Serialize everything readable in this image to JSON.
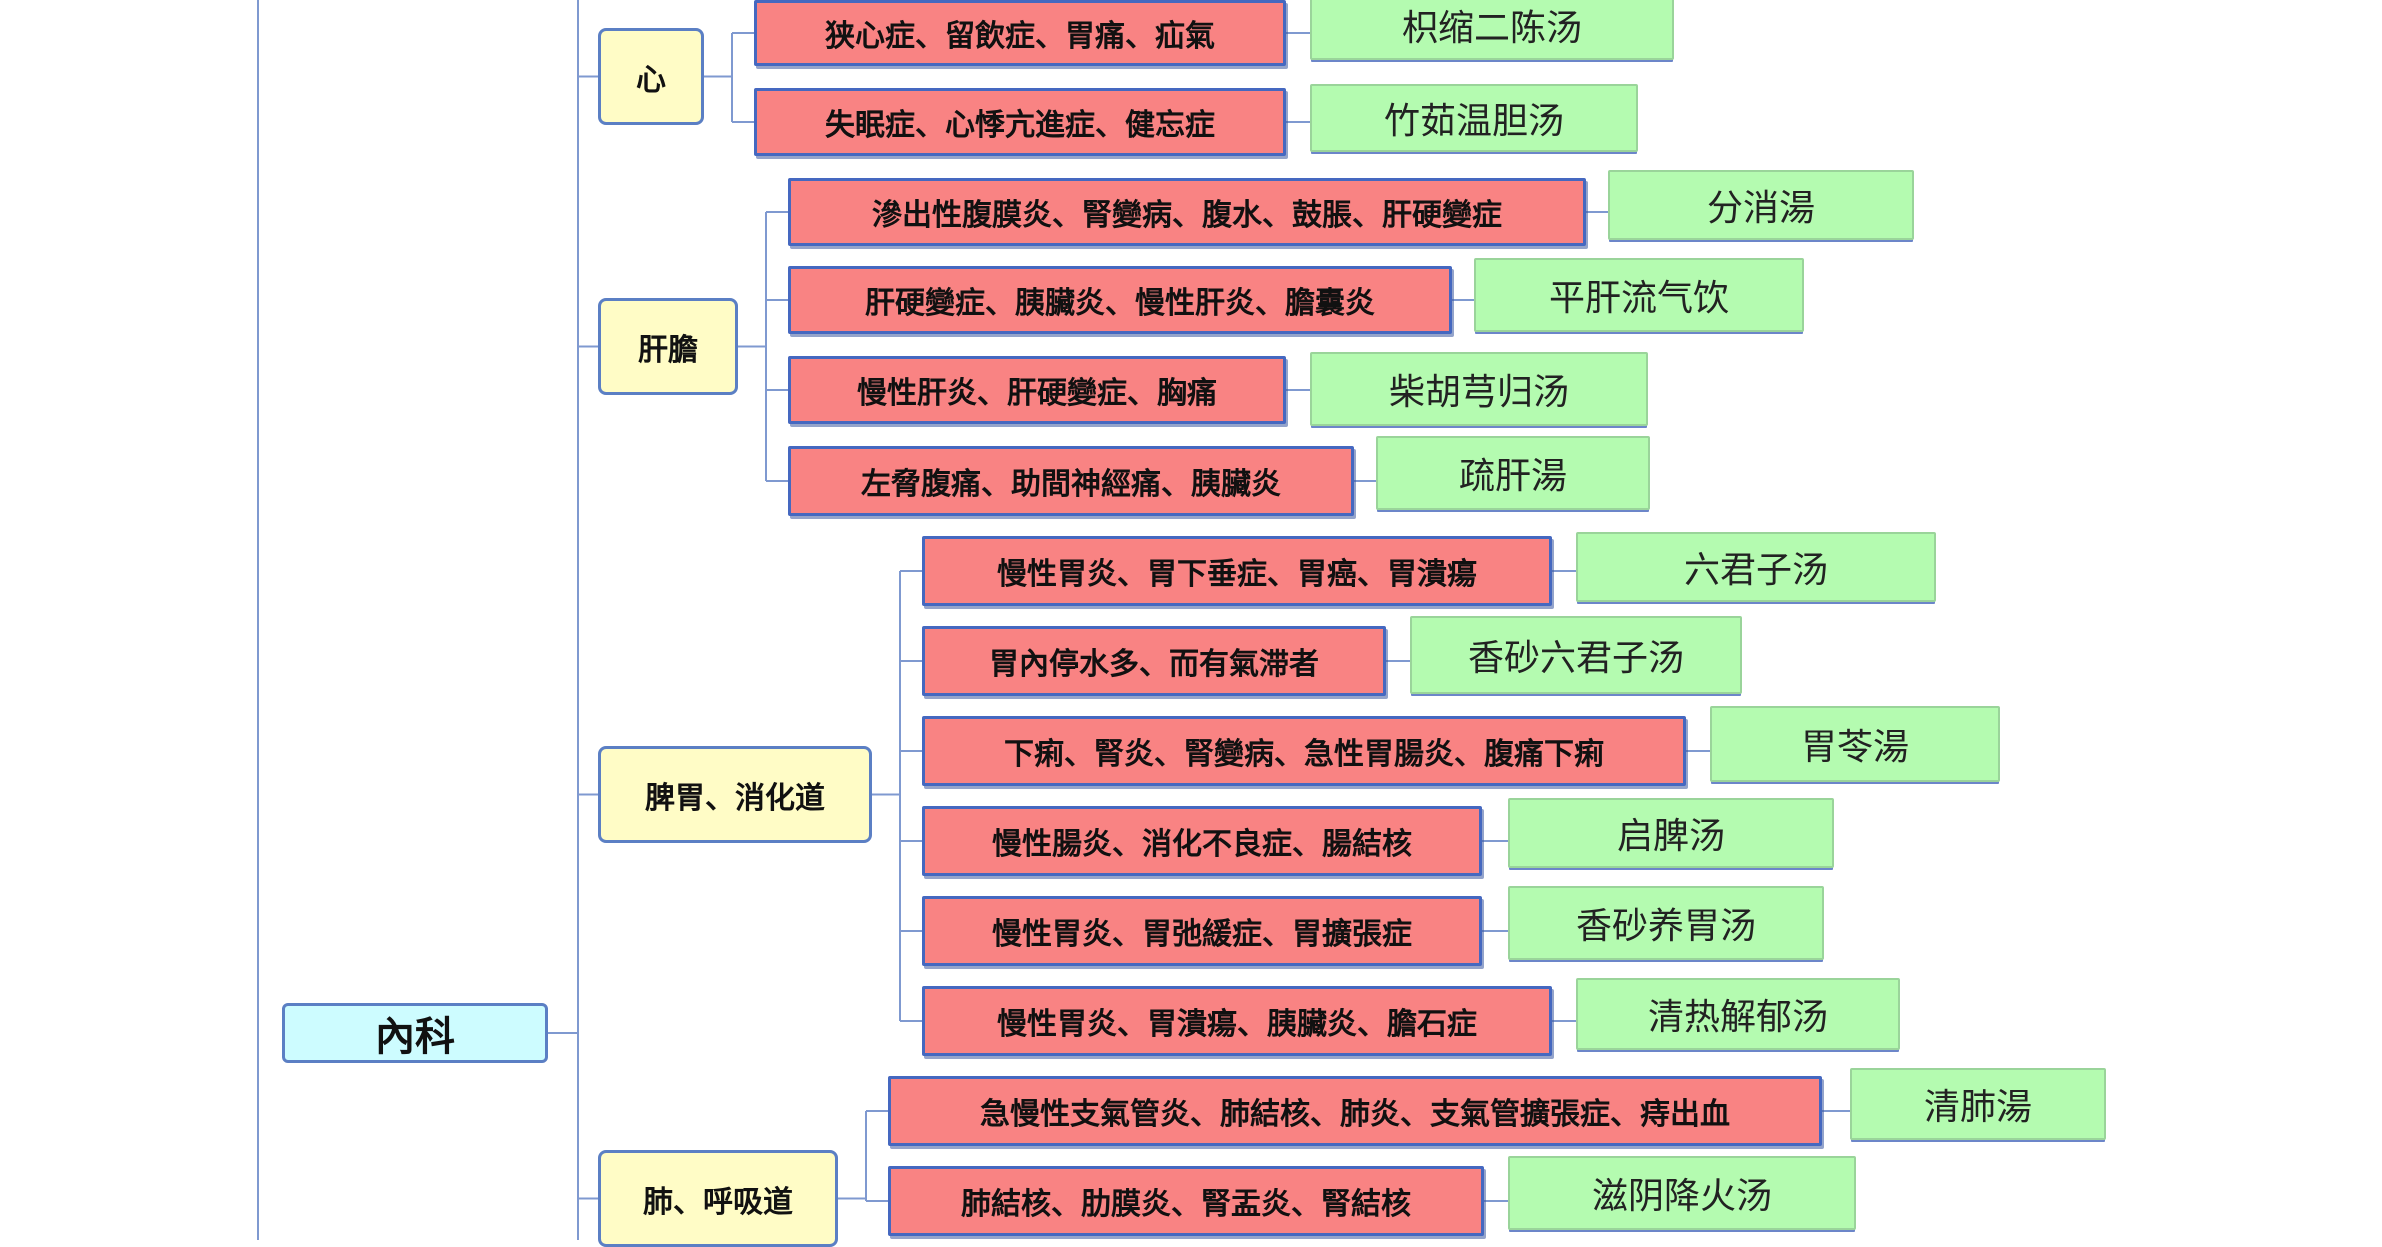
{
  "colors": {
    "root_fill": "#cdfcff",
    "group_fill": "#fffcc6",
    "symptom_fill": "#f98383",
    "remedy_fill": "#b4fbb0",
    "connector": "#7f99d0",
    "border": "#5b7fc4"
  },
  "root": {
    "label": "內科"
  },
  "groups": [
    {
      "label": "心",
      "items": [
        {
          "symptom": "狭心症、留飲症、胃痛、疝氣",
          "remedy": "枳缩二陈汤"
        },
        {
          "symptom": "失眠症、心悸亢進症、健忘症",
          "remedy": "竹茹温胆汤"
        }
      ]
    },
    {
      "label": "肝膽",
      "items": [
        {
          "symptom": "滲出性腹膜炎、腎變病、腹水、鼓脹、肝硬變症",
          "remedy": "分消湯"
        },
        {
          "symptom": "肝硬變症、胰臟炎、慢性肝炎、膽囊炎",
          "remedy": "平肝流气饮"
        },
        {
          "symptom": "慢性肝炎、肝硬變症、胸痛",
          "remedy": "柴胡芎归汤"
        },
        {
          "symptom": "左脅腹痛、助間神經痛、胰臟炎",
          "remedy": "疏肝湯"
        }
      ]
    },
    {
      "label": "脾胃、消化道",
      "items": [
        {
          "symptom": "慢性胃炎、胃下垂症、胃癌、胃潰瘍",
          "remedy": "六君子汤"
        },
        {
          "symptom": "胃內停水多、而有氣滞者",
          "remedy": "香砂六君子汤"
        },
        {
          "symptom": "下痢、腎炎、腎變病、急性胃腸炎、腹痛下痢",
          "remedy": "胃苓湯"
        },
        {
          "symptom": "慢性腸炎、消化不良症、腸結核",
          "remedy": "启脾汤"
        },
        {
          "symptom": "慢性胃炎、胃弛緩症、胃擴張症",
          "remedy": "香砂养胃汤"
        },
        {
          "symptom": "慢性胃炎、胃潰瘍、胰臟炎、膽石症",
          "remedy": "清热解郁汤"
        }
      ]
    },
    {
      "label": "肺、呼吸道",
      "items": [
        {
          "symptom": "急慢性支氣管炎、肺結核、肺炎、支氣管擴張症、痔出血",
          "remedy": "清肺湯"
        },
        {
          "symptom": "肺結核、肋膜炎、腎盂炎、腎結核",
          "remedy": "滋阴降火汤"
        }
      ]
    }
  ]
}
